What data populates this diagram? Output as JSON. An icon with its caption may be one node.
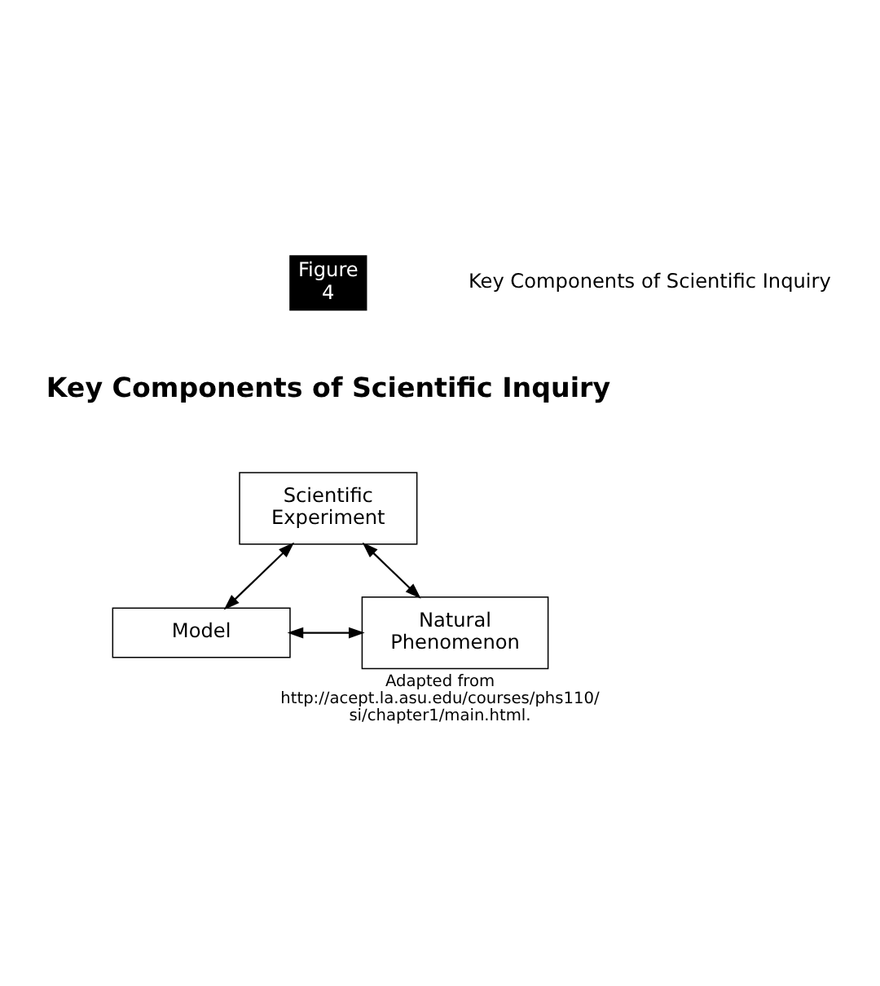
{
  "diagram": {
    "title": "Key Components of Scientific Inquiry",
    "caption": "Adapted from http://acept.la.asu.edu/courses/phs110/si/chapter1/main.html.",
    "nodes": [
      {
        "text": [
          "Scientific Experiment"
        ]
      },
      {
        "text": [
          "Model"
        ]
      },
      {
        "text": [
          "Natural Phenomenon"
        ]
      }
    ],
    "edges": [
      {
        "from": 0,
        "to": 1,
        "arrow": "both"
      },
      {
        "from": 0,
        "to": 2,
        "arrow": "both"
      },
      {
        "from": 1,
        "to": 2,
        "arrow": "both"
      }
    ],
    "labels": [
      "Figure 4",
      "Key Components of Scientific Inquiry"
    ]
  }
}
